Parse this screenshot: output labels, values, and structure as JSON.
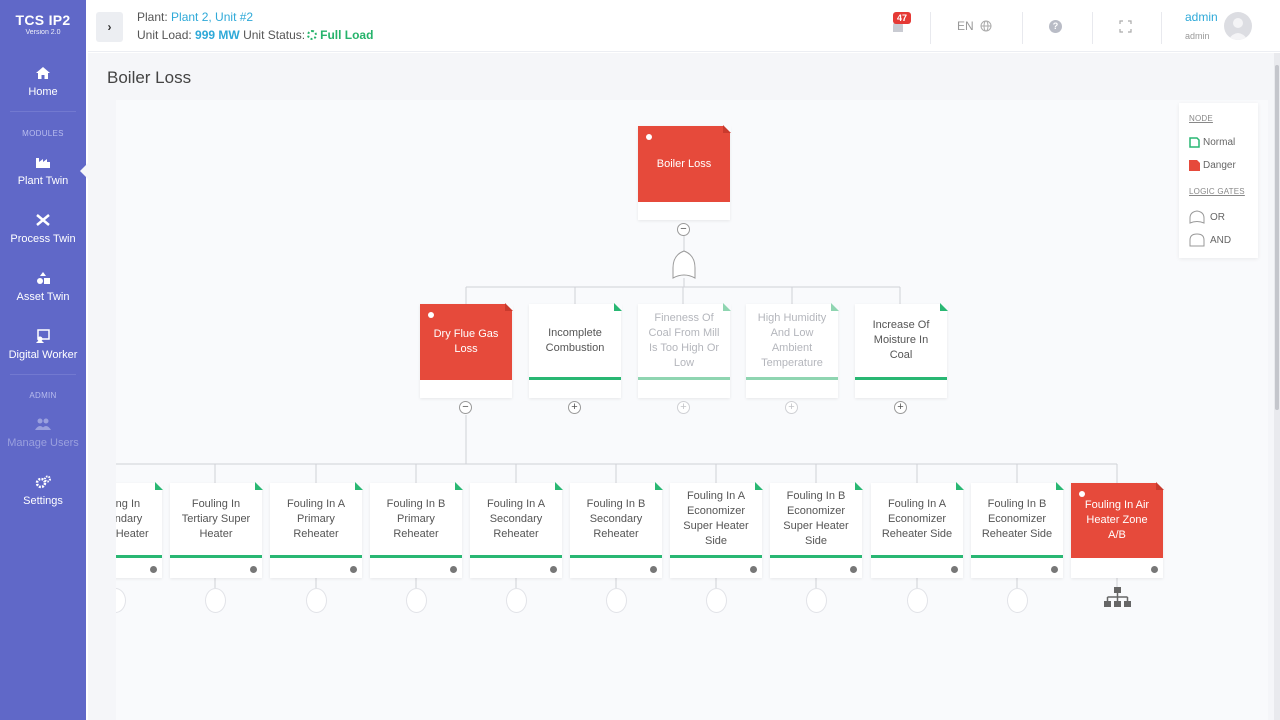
{
  "brand": {
    "title": "TCS IP2",
    "version": "Version 2.0"
  },
  "sidebar": {
    "items": [
      {
        "label": "Home",
        "icon": "home-icon"
      },
      {
        "label": "Plant Twin",
        "icon": "factory-icon"
      },
      {
        "label": "Process Twin",
        "icon": "tools-icon"
      },
      {
        "label": "Asset Twin",
        "icon": "shapes-icon"
      },
      {
        "label": "Digital Worker",
        "icon": "worker-icon"
      },
      {
        "label": "Manage Users",
        "icon": "users-icon"
      },
      {
        "label": "Settings",
        "icon": "cogs-icon"
      }
    ],
    "sections": {
      "modules": "MODULES",
      "admin": "ADMIN"
    }
  },
  "header": {
    "toggle": "›",
    "plant_label": "Plant:",
    "plant_value": "Plant 2, Unit #2",
    "unit_load_label": "Unit Load:",
    "unit_load_value": "999 MW",
    "unit_status_label": "Unit Status:",
    "unit_status_value": "Full Load",
    "notifications": "47",
    "language": "EN",
    "user_name": "admin",
    "user_role": "admin"
  },
  "page": {
    "title": "Boiler Loss"
  },
  "tree": {
    "root": {
      "label": "Boiler Loss",
      "state": "danger"
    },
    "level1": [
      {
        "label": "Dry Flue Gas Loss",
        "state": "danger"
      },
      {
        "label": "Incomplete Combustion",
        "state": "normal"
      },
      {
        "label": "Fineness Of Coal From Mill Is Too High Or Low",
        "state": "faded"
      },
      {
        "label": "High Humidity And Low Ambient Temperature",
        "state": "faded"
      },
      {
        "label": "Increase Of Moisture In Coal",
        "state": "normal"
      }
    ],
    "level2": [
      {
        "label": "Fouling In Secondary Super Heater",
        "state": "normal"
      },
      {
        "label": "Fouling In Tertiary Super Heater",
        "state": "normal"
      },
      {
        "label": "Fouling In A Primary Reheater",
        "state": "normal"
      },
      {
        "label": "Fouling In B Primary Reheater",
        "state": "normal"
      },
      {
        "label": "Fouling In A Secondary Reheater",
        "state": "normal"
      },
      {
        "label": "Fouling In B Secondary Reheater",
        "state": "normal"
      },
      {
        "label": "Fouling In A Economizer Super Heater Side",
        "state": "normal"
      },
      {
        "label": "Fouling In B Economizer Super Heater Side",
        "state": "normal"
      },
      {
        "label": "Fouling In A Economizer Reheater Side",
        "state": "normal"
      },
      {
        "label": "Fouling In B Economizer Reheater Side",
        "state": "normal"
      },
      {
        "label": "Fouling In Air Heater Zone A/B",
        "state": "danger"
      }
    ],
    "toggles": {
      "expanded": "−",
      "collapsed": "+"
    }
  },
  "legend": {
    "node_heading": "NODE",
    "normal": "Normal",
    "danger": "Danger",
    "gates_heading": "LOGIC GATES",
    "or": "OR",
    "and": "AND"
  },
  "colors": {
    "sidebar": "#6068c8",
    "danger": "#e64a3b",
    "normal": "#29b773",
    "accent": "#2ea9d8"
  }
}
